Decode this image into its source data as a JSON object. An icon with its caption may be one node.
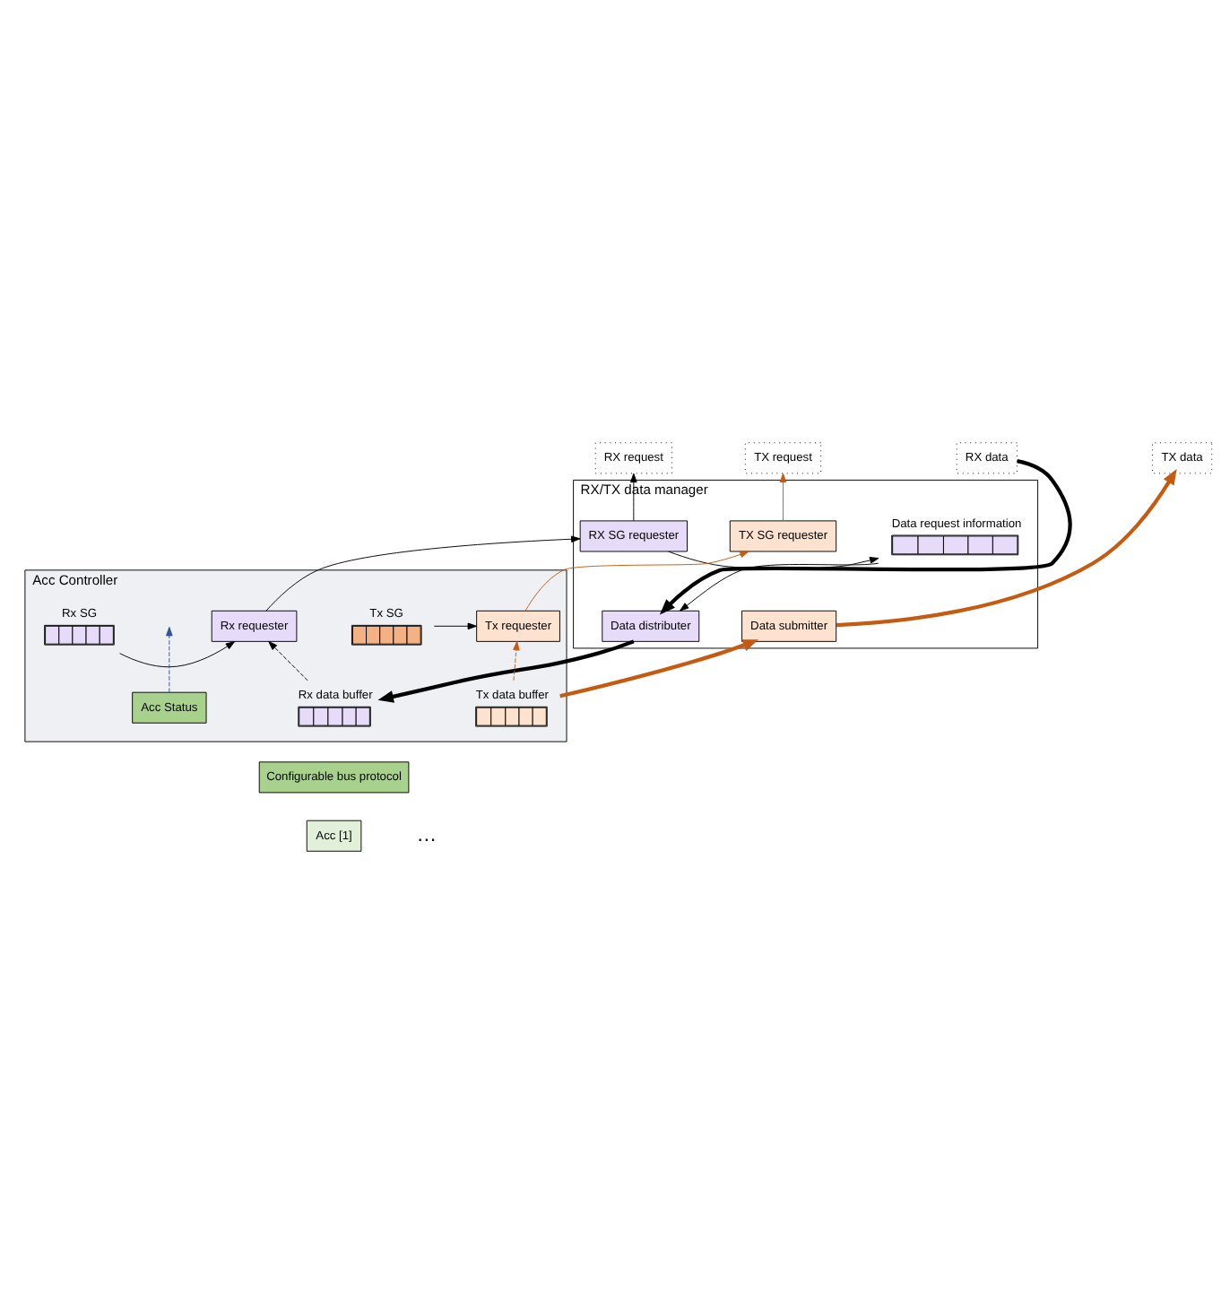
{
  "diagram": {
    "nodes": [
      {
        "text": [
          "RX data"
        ]
      },
      {
        "text": [
          "RX request"
        ]
      },
      {
        "text": [
          "TX request"
        ]
      },
      {
        "text": [
          "TX data"
        ]
      },
      {
        "text": [
          "RX/TX data manager"
        ]
      },
      {
        "text": [
          "Data request information"
        ],
        "in": 4
      },
      {
        "text": [
          "RX SG requester"
        ],
        "in": 4
      },
      {
        "text": [
          "TX SG requester"
        ],
        "in": 4
      },
      {
        "text": [
          "Data distributer"
        ],
        "in": 4
      },
      {
        "text": [
          "Data submitter"
        ],
        "in": 4
      },
      {
        "text": [
          "Acc Controller"
        ]
      },
      {
        "text": [
          "Rx SG"
        ],
        "in": 10
      },
      {
        "text": [
          "Acc Status"
        ],
        "in": 10
      },
      {
        "text": [
          "Rx data buffer"
        ],
        "in": 10
      },
      {
        "text": [
          "Rx requester"
        ],
        "in": 10
      },
      {
        "text": [
          "Tx requester"
        ],
        "in": 10
      },
      {
        "text": [
          "Tx SG"
        ],
        "in": 10
      },
      {
        "text": [
          "Tx data buffer"
        ],
        "in": 10
      },
      {
        "text": [
          "Configurable bus protocol"
        ]
      },
      {
        "text": [
          "Acc [1]"
        ]
      }
    ],
    "edges": [
      {
        "from": 0,
        "to": 8,
        "arrow": "to",
        "style": "thick"
      },
      {
        "from": 6,
        "to": 1,
        "arrow": "to"
      },
      {
        "from": 6,
        "to": 5,
        "arrow": "to"
      },
      {
        "from": 5,
        "to": 8,
        "arrow": "to"
      },
      {
        "from": 7,
        "to": 2,
        "arrow": "to",
        "color": "#c55a11"
      },
      {
        "from": 9,
        "to": 3,
        "arrow": "to",
        "style": "thick",
        "color": "#c55a11"
      },
      {
        "from": 8,
        "to": 13,
        "arrow": "to",
        "style": "thick"
      },
      {
        "from": 14,
        "to": 6,
        "arrow": "to"
      },
      {
        "from": 15,
        "to": 7,
        "arrow": "to",
        "color": "#c55a11"
      },
      {
        "from": 17,
        "to": 9,
        "arrow": "to",
        "style": "thick",
        "color": "#c55a11"
      },
      {
        "from": 11,
        "to": 14,
        "arrow": "to"
      },
      {
        "from": 16,
        "to": 15,
        "arrow": "to"
      },
      {
        "from": 13,
        "to": 14,
        "arrow": "to",
        "style": "dashed"
      },
      {
        "from": 17,
        "to": 15,
        "arrow": "to",
        "style": "dashed",
        "color": "#c55a11"
      },
      {
        "from": 12,
        "to": null,
        "arrow": "to",
        "style": "dashed",
        "color": "#2f5597"
      }
    ],
    "labels": [
      "…"
    ]
  }
}
